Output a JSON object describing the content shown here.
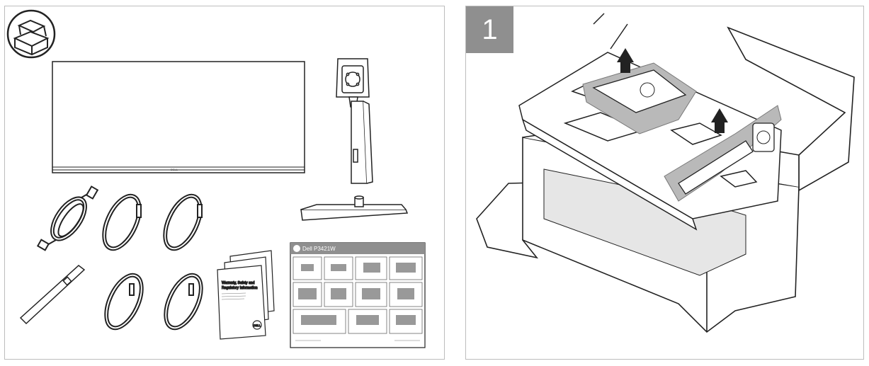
{
  "step": {
    "number": "1"
  },
  "monitor": {
    "bezel_logo": "DELL"
  },
  "quick_setup_guide": {
    "title": "Dell P3421W"
  },
  "safety_booklet": {
    "title_line1": "Warranty, Safety and",
    "title_line2": "Regulatory Information",
    "badge": "DELL"
  },
  "colors": {
    "line": "#222222",
    "shade": "#b9b9b9",
    "badge": "#8f8f8f"
  },
  "icons": [
    "box-open-icon",
    "up-arrow-icon"
  ]
}
